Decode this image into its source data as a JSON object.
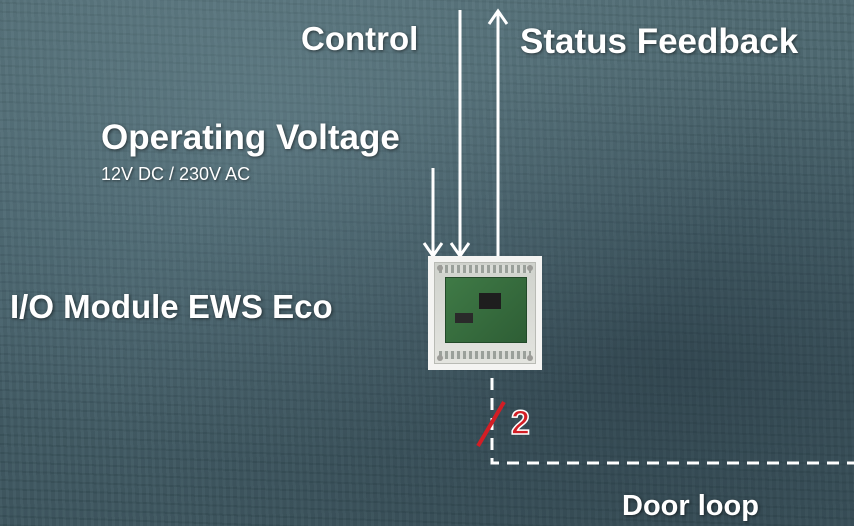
{
  "labels": {
    "control": "Control",
    "status_feedback": "Status Feedback",
    "operating_voltage": "Operating Voltage",
    "voltage_values": "12V DC / 230V AC",
    "io_module": "I/O Module EWS Eco",
    "wire_count": "2",
    "door_loop": "Door loop"
  },
  "colors": {
    "background": "#46616a",
    "line": "#ffffff",
    "wire_count": "#d31e25",
    "module_frame": "#f4f4f2"
  },
  "icons": {
    "operating_voltage_arrow": "arrow-down",
    "control_arrow": "arrow-down",
    "status_feedback_arrow": "arrow-up",
    "wire_slash": "diagonal-slash"
  }
}
